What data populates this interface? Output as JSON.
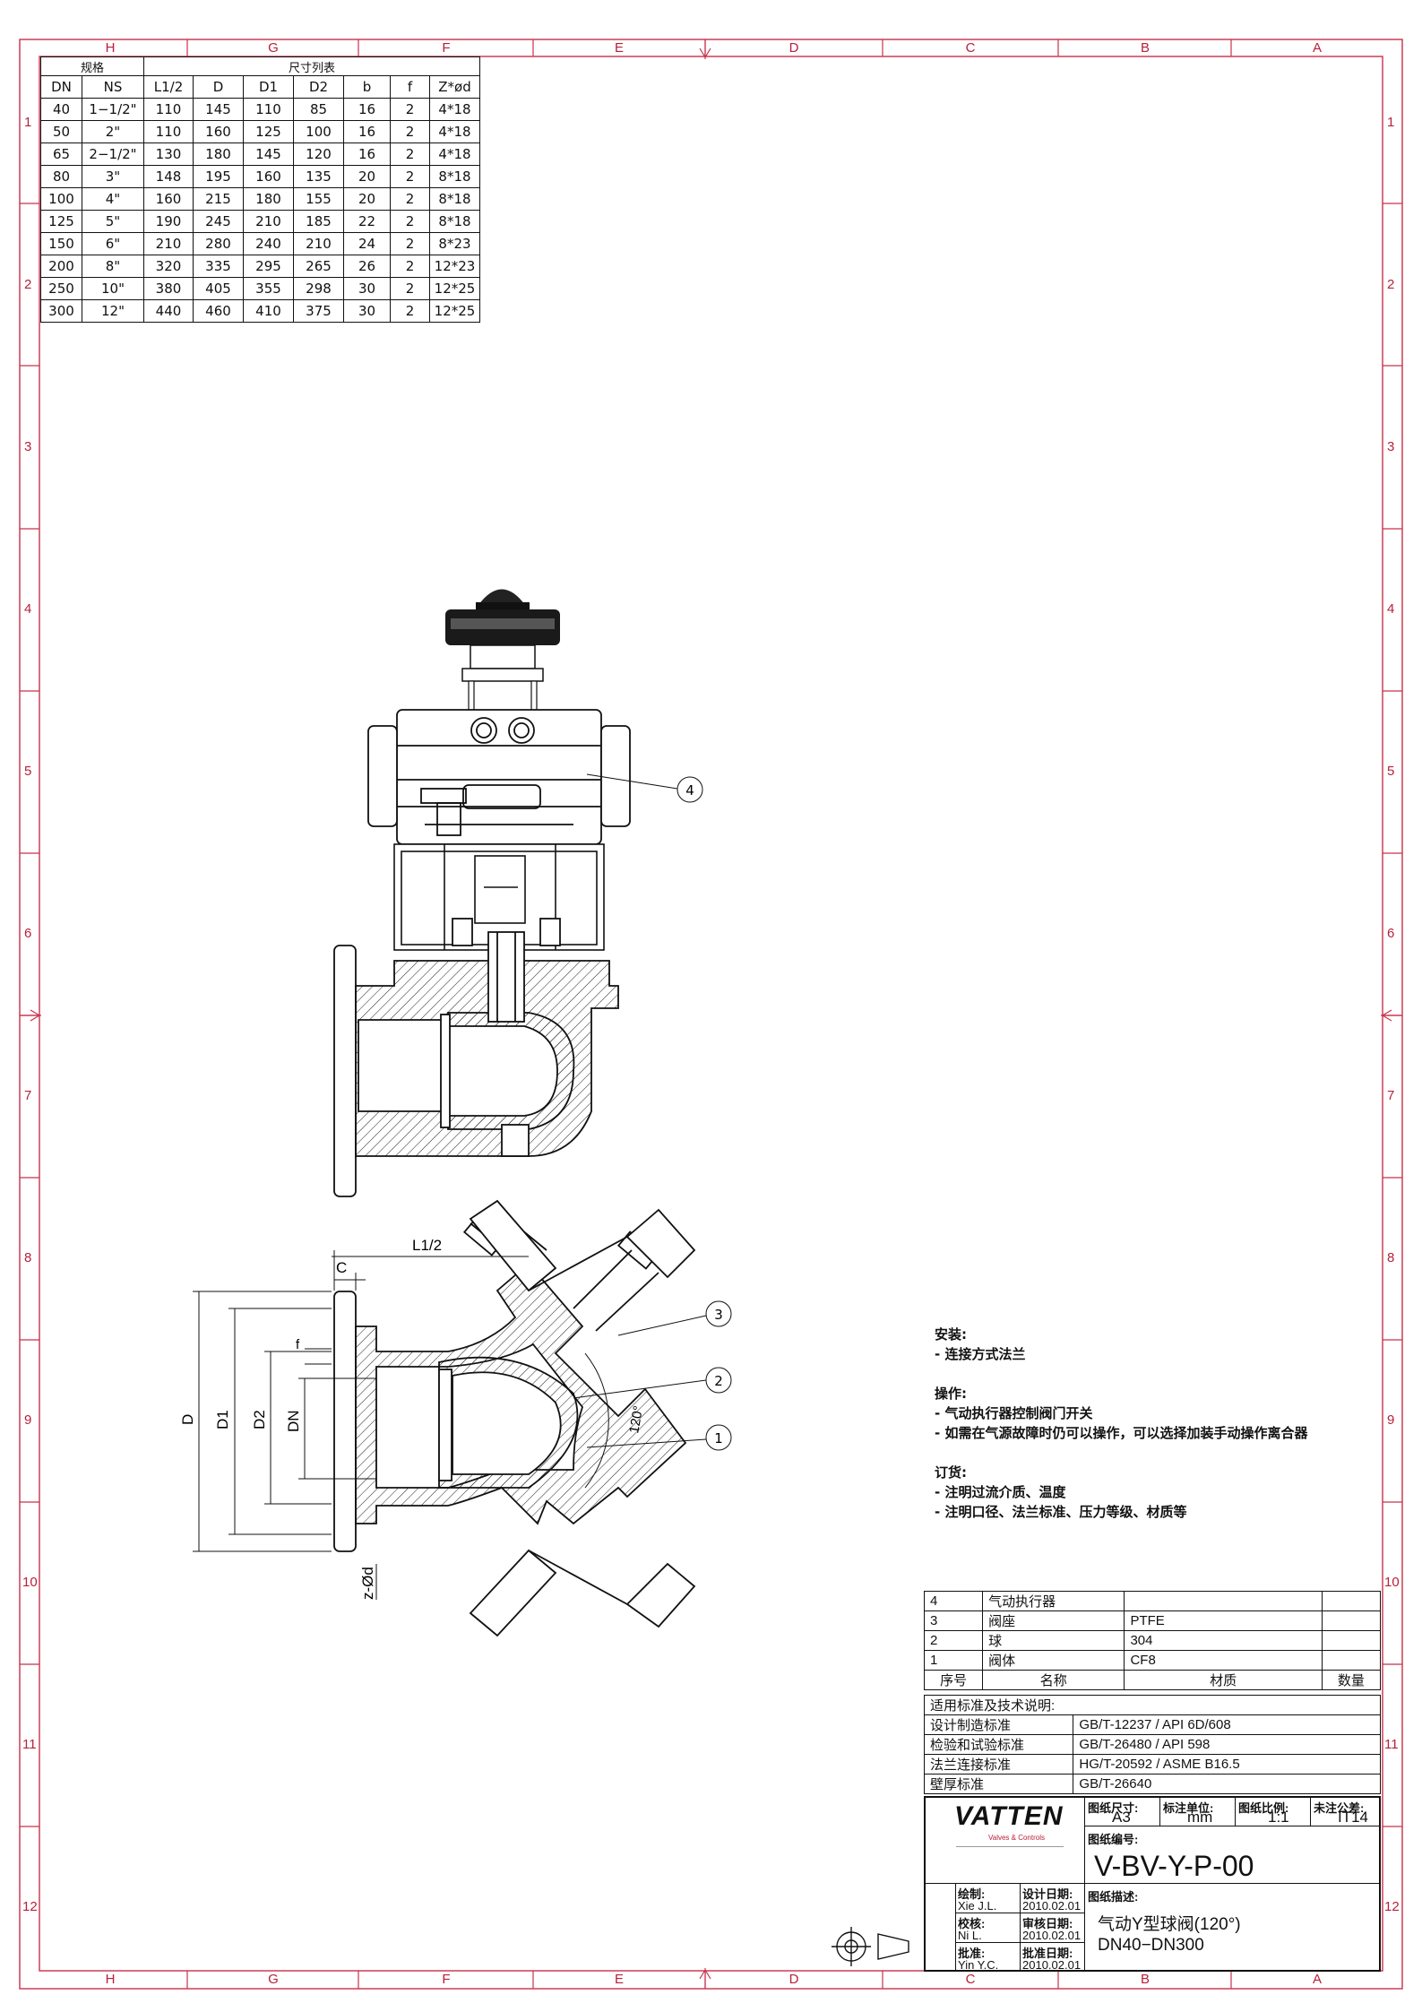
{
  "zones": {
    "columns": [
      "H",
      "G",
      "F",
      "E",
      "D",
      "C",
      "B",
      "A"
    ],
    "rows": [
      "1",
      "2",
      "3",
      "4",
      "5",
      "6",
      "7",
      "8",
      "9",
      "10",
      "11",
      "12"
    ]
  },
  "dimension_table": {
    "group_spec": "规格",
    "group_dims": "尺寸列表",
    "headers": [
      "DN",
      "NS",
      "L1/2",
      "D",
      "D1",
      "D2",
      "b",
      "f",
      "Z*ød"
    ],
    "rows": [
      [
        "40",
        "1−1/2\"",
        "110",
        "145",
        "110",
        "85",
        "16",
        "2",
        "4*18"
      ],
      [
        "50",
        "2\"",
        "110",
        "160",
        "125",
        "100",
        "16",
        "2",
        "4*18"
      ],
      [
        "65",
        "2−1/2\"",
        "130",
        "180",
        "145",
        "120",
        "16",
        "2",
        "4*18"
      ],
      [
        "80",
        "3\"",
        "148",
        "195",
        "160",
        "135",
        "20",
        "2",
        "8*18"
      ],
      [
        "100",
        "4\"",
        "160",
        "215",
        "180",
        "155",
        "20",
        "2",
        "8*18"
      ],
      [
        "125",
        "5\"",
        "190",
        "245",
        "210",
        "185",
        "22",
        "2",
        "8*18"
      ],
      [
        "150",
        "6\"",
        "210",
        "280",
        "240",
        "210",
        "24",
        "2",
        "8*23"
      ],
      [
        "200",
        "8\"",
        "320",
        "335",
        "295",
        "265",
        "26",
        "2",
        "12*23"
      ],
      [
        "250",
        "10\"",
        "380",
        "405",
        "355",
        "298",
        "30",
        "2",
        "12*25"
      ],
      [
        "300",
        "12\"",
        "440",
        "460",
        "410",
        "375",
        "30",
        "2",
        "12*25"
      ]
    ]
  },
  "drawing_labels": {
    "l1_2": "L1/2",
    "c": "C",
    "f": "f",
    "d": "D",
    "d1": "D1",
    "d2": "D2",
    "dn": "DN",
    "zd": "z-Ød",
    "angle": "120°",
    "balloon_1": "1",
    "balloon_2": "2",
    "balloon_3": "3",
    "balloon_4": "4"
  },
  "notes": {
    "install_title": "安装:",
    "install_1": "- 连接方式法兰",
    "operate_title": "操作:",
    "operate_1": "- 气动执行器控制阀门开关",
    "operate_2": "- 如需在气源故障时仍可以操作，可以选择加装手动操作离合器",
    "order_title": "订货:",
    "order_1": "- 注明过流介质、温度",
    "order_2": "- 注明口径、法兰标准、压力等级、材质等"
  },
  "parts": {
    "rows": [
      [
        "4",
        "气动执行器",
        "",
        ""
      ],
      [
        "3",
        "阀座",
        "PTFE",
        ""
      ],
      [
        "2",
        "球",
        "304",
        ""
      ],
      [
        "1",
        "阀体",
        "CF8",
        ""
      ]
    ],
    "header": [
      "序号",
      "名称",
      "材质",
      "数量"
    ]
  },
  "standards": {
    "title": "适用标准及技术说明:",
    "rows": [
      [
        "设计制造标准",
        "GB/T-12237 / API 6D/608"
      ],
      [
        "检验和试验标准",
        "GB/T-26480 / API 598"
      ],
      [
        "法兰连接标准",
        "HG/T-20592 / ASME B16.5"
      ],
      [
        "壁厚标准",
        "GB/T-26640"
      ]
    ]
  },
  "title_block": {
    "logo": "VATTEN",
    "logo_sub": "Valves & Controls",
    "size_label": "图纸尺寸:",
    "size_value": "A3",
    "unit_label": "标注单位:",
    "unit_value": "mm",
    "scale_label": "图纸比例:",
    "scale_value": "1:1",
    "tol_label": "未注公差:",
    "tol_value": "IT14",
    "number_label": "图纸编号:",
    "number_value": "V-BV-Y-P-00",
    "desc_label": "图纸描述:",
    "desc_1": "气动Y型球阀(120°)",
    "desc_2": "DN40−DN300",
    "drawn_label": "绘制:",
    "drawn_name": "Xie J.L.",
    "design_date_label": "设计日期:",
    "design_date": "2010.02.01",
    "check_label": "校核:",
    "check_name": "Ni L.",
    "review_date_label": "审核日期:",
    "review_date": "2010.02.01",
    "approve_label": "批准:",
    "approve_name": "Yin Y.C.",
    "approve_date_label": "批准日期:",
    "approve_date": "2010.02.01"
  }
}
